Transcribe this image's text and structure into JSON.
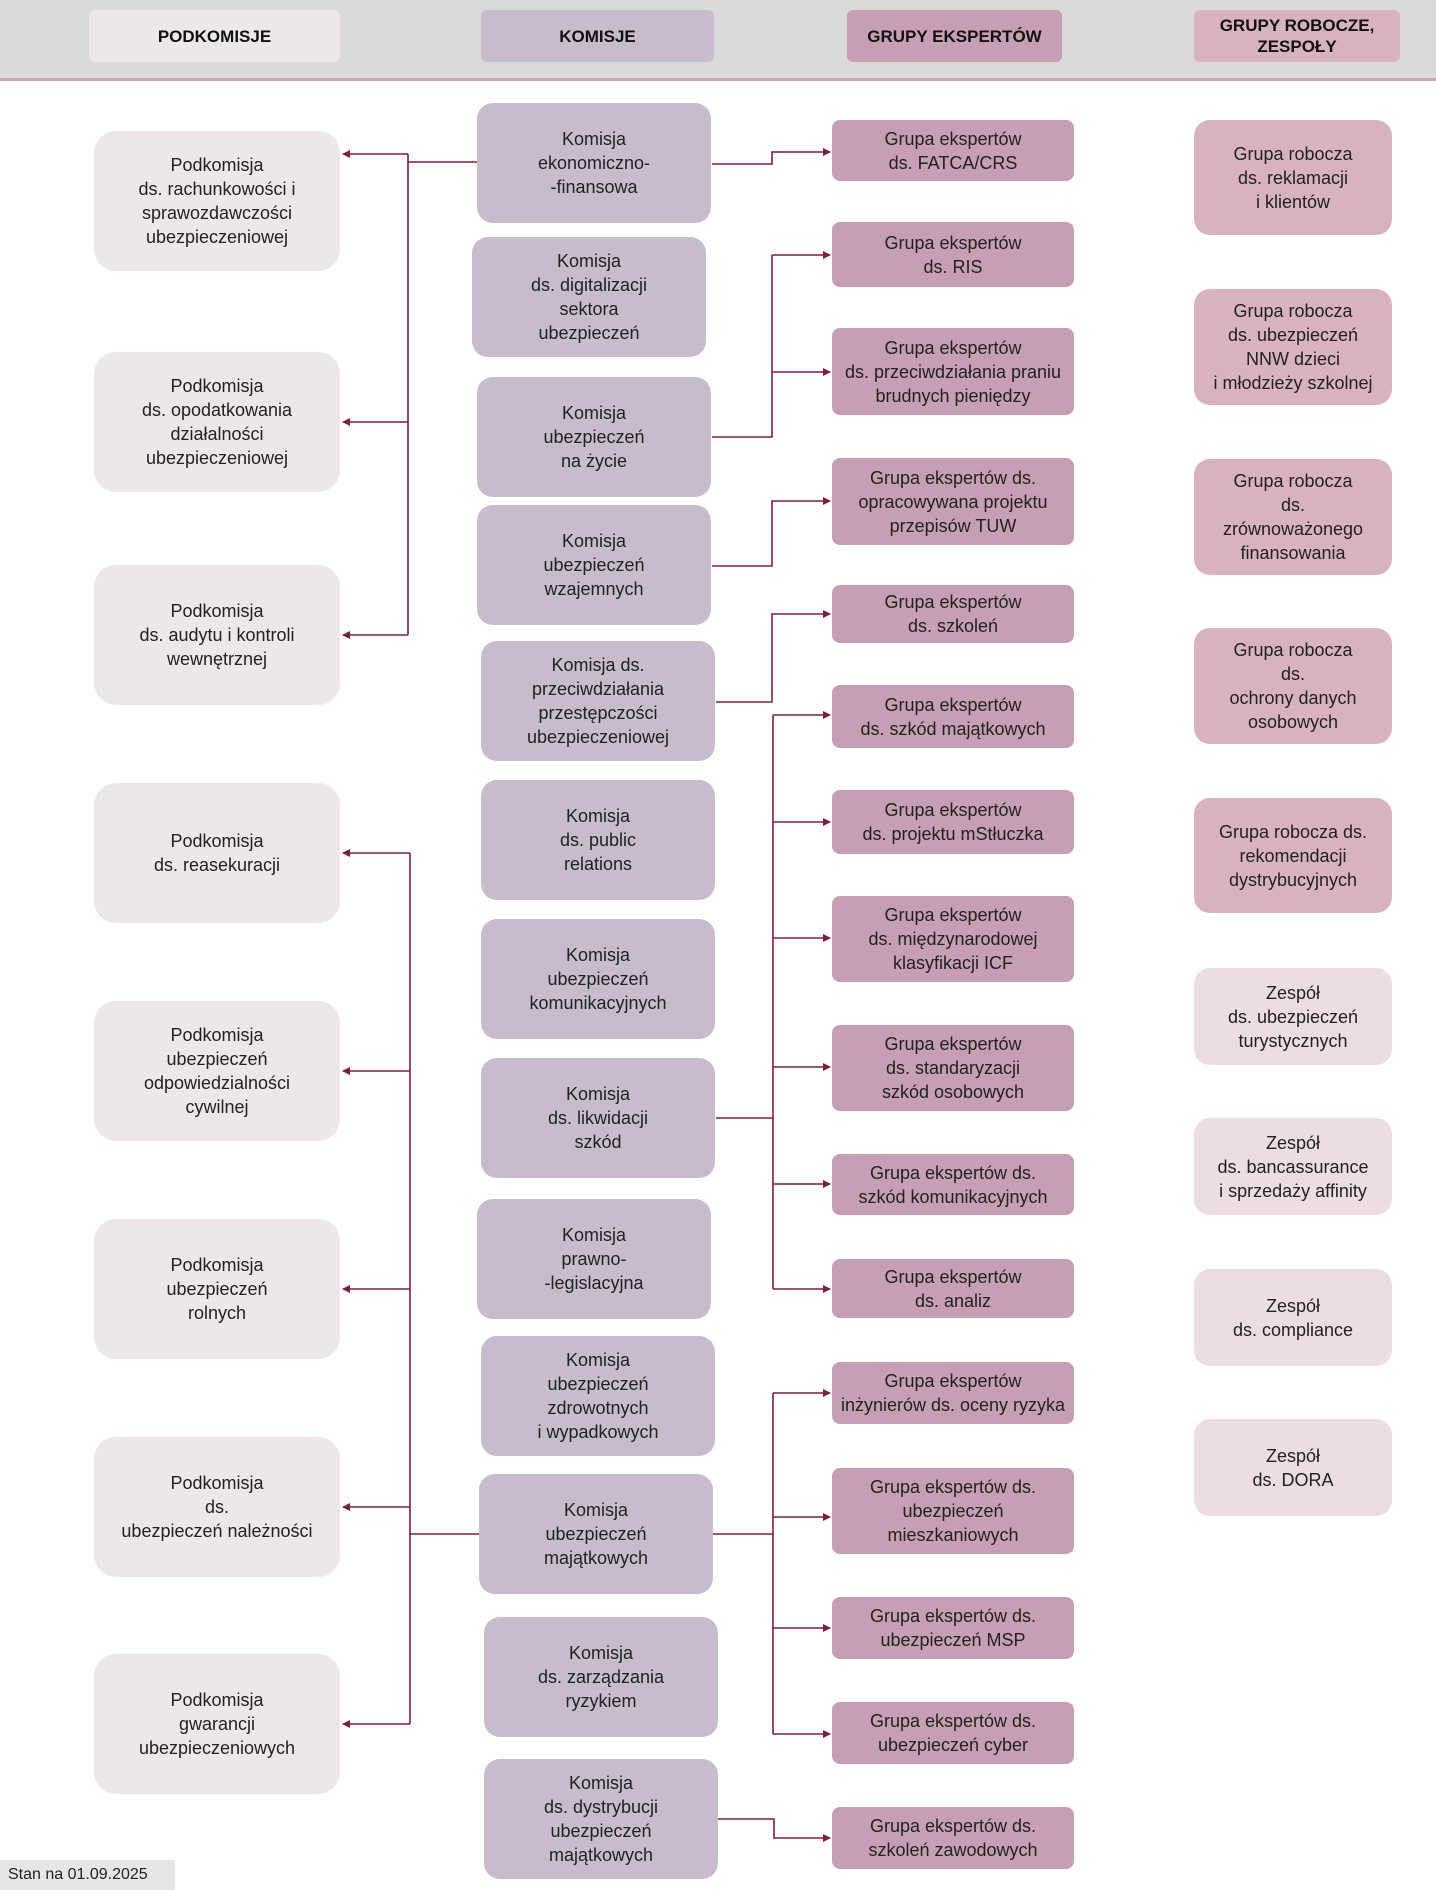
{
  "headers": {
    "podkomisje": "PODKOMISJE",
    "komisje": "KOMISJE",
    "grupy_ekspertow": "GRUPY EKSPERTÓW",
    "grupy_robocze": "GRUPY ROBOCZE,\nZESPOŁY"
  },
  "colors": {
    "connector": "#7a1f3d",
    "podkomisja": "#ede7eb",
    "komisja": "#c7bccb",
    "grupa_ekspertow": "#c79fb5",
    "grupa_robocza": "#d8b3bf",
    "zespol": "#ecdde2"
  },
  "podkomisje": [
    "Podkomisja\nds. rachunkowości i\nsprawozdawczości\nubezpieczeniowej",
    "Podkomisja\nds. opodatkowania\ndziałalności\nubezpieczeniowej",
    "Podkomisja\nds. audytu i kontroli\nwewnętrznej",
    "Podkomisja\nds. reasekuracji",
    "Podkomisja\nubezpieczeń\nodpowiedzialności\ncywilnej",
    "Podkomisja\nubezpieczeń\nrolnych",
    "Podkomisja\nds.\nubezpieczeń należności",
    "Podkomisja\ngwarancji\nubezpieczeniowych"
  ],
  "komisje": [
    "Komisja\nekonomiczno-\n-finansowa",
    "Komisja\nds. digitalizacji\nsektora\nubezpieczeń",
    "Komisja\nubezpieczeń\nna życie",
    "Komisja\nubezpieczeń\nwzajemnych",
    "Komisja ds.\nprzeciwdziałania\nprzestępczości\nubezpieczeniowej",
    "Komisja\nds. public\nrelations",
    "Komisja\nubezpieczeń\nkomunikacyjnych",
    "Komisja\nds. likwidacji\nszkód",
    "Komisja\nprawno-\n-legislacyjna",
    "Komisja\nubezpieczeń\nzdrowotnych\ni wypadkowych",
    "Komisja\nubezpieczeń\nmajątkowych",
    "Komisja\nds. zarządzania\nryzykiem",
    "Komisja\nds. dystrybucji\nubezpieczeń\nmajątkowych"
  ],
  "grupy_ekspertow": [
    "Grupa ekspertów\nds. FATCA/CRS",
    "Grupa ekspertów\nds. RIS",
    "Grupa ekspertów\nds. przeciwdziałania praniu\nbrudnych pieniędzy",
    "Grupa ekspertów ds.\nopracowywana projektu\nprzepisów TUW",
    "Grupa ekspertów\nds. szkoleń",
    "Grupa ekspertów\nds. szkód majątkowych",
    "Grupa ekspertów\nds. projektu mStłuczka",
    "Grupa ekspertów\nds. międzynarodowej\nklasyfikacji ICF",
    "Grupa ekspertów\nds. standaryzacji\nszkód osobowych",
    "Grupa ekspertów ds.\nszkód komunikacyjnych",
    "Grupa ekspertów\nds. analiz",
    "Grupa ekspertów\ninżynierów ds. oceny ryzyka",
    "Grupa ekspertów ds.\nubezpieczeń\nmieszkaniowych",
    "Grupa ekspertów ds.\nubezpieczeń MSP",
    "Grupa ekspertów ds.\nubezpieczeń cyber",
    "Grupa ekspertów ds.\nszkoleń zawodowych"
  ],
  "grupy_robocze": [
    "Grupa robocza\nds. reklamacji\ni klientów",
    "Grupa robocza\nds. ubezpieczeń\nNNW dzieci\ni młodzieży szkolnej",
    "Grupa  robocza\nds.\nzrównoważonego\nfinansowania",
    "Grupa robocza\nds.\nochrony danych\nosobowych",
    "Grupa robocza ds.\nrekomendacji\ndystrybucyjnych"
  ],
  "zespoly": [
    "Zespół\nds. ubezpieczeń\nturystycznych",
    "Zespół\nds. bancassurance\ni sprzedaży affinity",
    "Zespół\nds. compliance",
    "Zespół\nds. DORA"
  ],
  "footnote": "Stan na 01.09.2025"
}
